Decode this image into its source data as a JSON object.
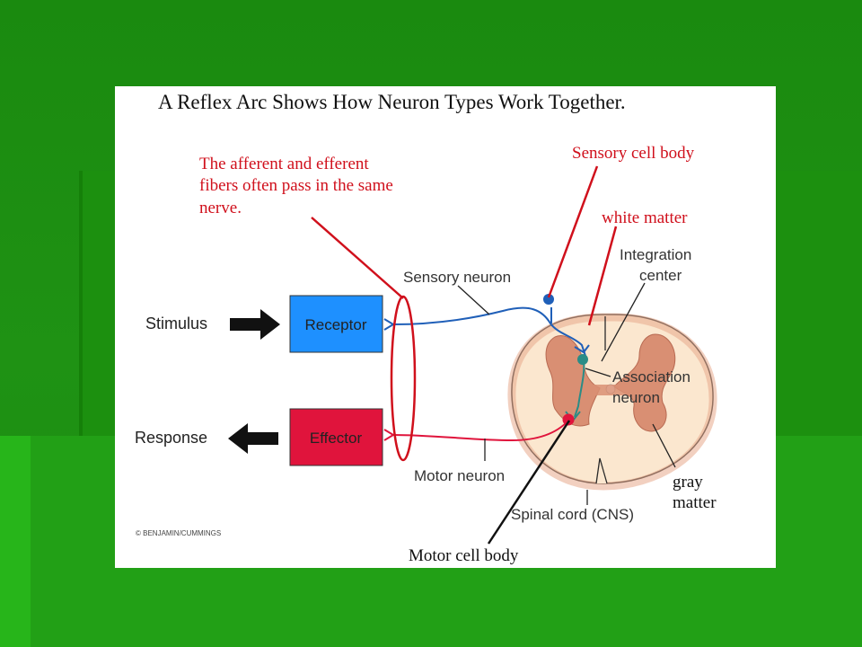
{
  "slide": {
    "title": "A Reflex Arc Shows How Neuron Types Work Together."
  },
  "annotations": {
    "note_line1": "The afferent and efferent",
    "note_line2": "fibers often pass in the same",
    "note_line3": "nerve.",
    "sensory_cell_body": "Sensory cell body",
    "white_matter": "white matter",
    "motor_cell_body": "Motor cell body",
    "gray_matter_1": "gray",
    "gray_matter_2": "matter"
  },
  "labels": {
    "stimulus": "Stimulus",
    "response": "Response",
    "receptor": "Receptor",
    "effector": "Effector",
    "sensory_neuron": "Sensory neuron",
    "motor_neuron": "Motor neuron",
    "integration_1": "Integration",
    "integration_2": "center",
    "association_1": "Association",
    "association_2": "neuron",
    "spinal_cord": "Spinal cord (CNS)",
    "credit": "© BENJAMIN/CUMMINGS"
  },
  "colors": {
    "annotation_red": "#d0101c",
    "receptor_blue": "#1e90ff",
    "effector_red": "#e0143c",
    "sensory_path": "#1f5fb8",
    "motor_path": "#e0143c",
    "association_teal": "#2a8c86",
    "white_matter": "#fbe7cf",
    "gray_matter": "#d98f73"
  }
}
